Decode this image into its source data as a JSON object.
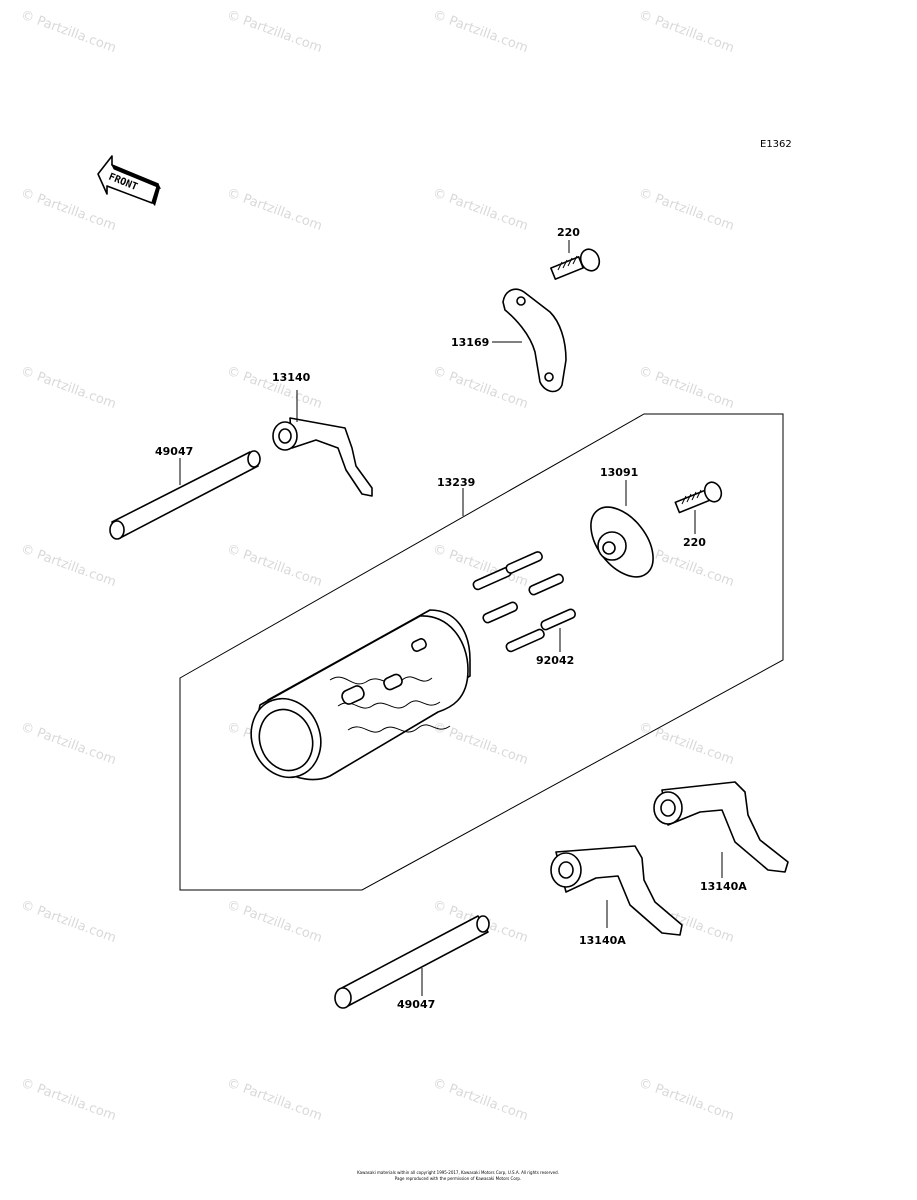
{
  "diagram": {
    "ref_code": "E1362",
    "front_label": "FRONT",
    "watermark": "© Partzilla.com",
    "labels": {
      "bolt_top": "220",
      "plate": "13169",
      "fork_top": "13140",
      "shaft_top": "49047",
      "drum_assy": "13239",
      "cam": "13091",
      "bolt_right": "220",
      "pins": "92042",
      "fork_right": "13140A",
      "fork_bottom": "13140A",
      "shaft_bottom": "49047"
    },
    "copyright_line1": "Kawasaki materials within all copyright 1995-2017, Kawasaki Motors Corp, U.S.A. All rights reserved.",
    "copyright_line2": "Page reproduced with the permission of Kawasaki Motors Corp."
  }
}
